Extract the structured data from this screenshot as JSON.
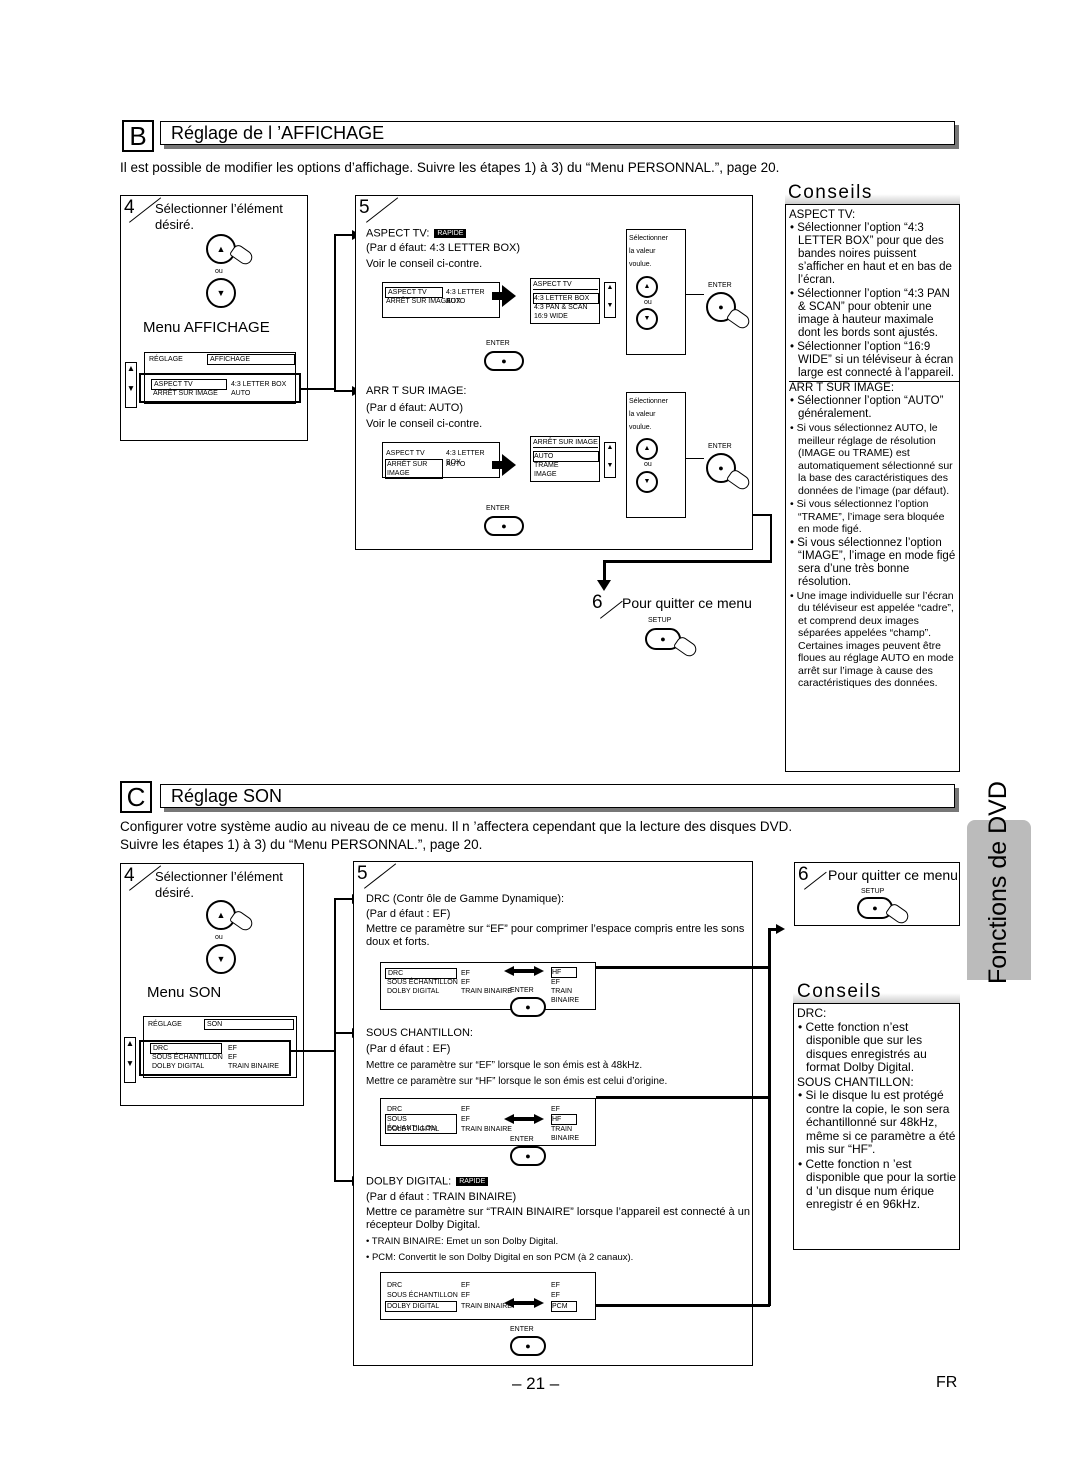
{
  "sectionB": {
    "letter": "B",
    "title": "Réglage de l ’AFFICHAGE",
    "intro": "Il est possible de modifier les options d’affichage. Suivre les étapes 1) à 3) du “Menu PERSONNAL.”, page 20.",
    "step4": {
      "num": "4",
      "text1": "Sélectionner l’élément",
      "text2": "désiré.",
      "ou": "ou",
      "menu": "Menu AFFICHAGE",
      "screen": {
        "tab1": "RÉGLAGE",
        "tab2": "AFFICHAGE",
        "row1a": "ASPECT TV",
        "row1b": "4:3 LETTER BOX",
        "row2a": "ARRÊT SUR IMAGE",
        "row2b": "AUTO"
      }
    },
    "step5": {
      "num": "5",
      "aspect": {
        "title": "ASPECT TV:",
        "rapide": "RAPIDE",
        "default": "(Par d éfaut: 4:3 LETTER BOX)",
        "conseil": "Voir le conseil ci-contre.",
        "s1a": "ASPECT TV",
        "s1b": "4:3 LETTER BOX",
        "s2a": "ARRÊT SUR IMAGE",
        "s2b": "AUTO",
        "o0": "ASPECT TV",
        "o1": "4:3 LETTER BOX",
        "o2": "4:3 PAN & SCAN",
        "o3": "16:9 WIDE",
        "sel1": "Sélectionner",
        "sel2": "la valeur",
        "sel3": "voulue.",
        "ou": "ou",
        "enter": "ENTER",
        "enter2": "ENTER"
      },
      "arret": {
        "title": "ARR   T SUR IMAGE:",
        "default": "(Par d éfaut: AUTO)",
        "conseil": "Voir le conseil ci-contre.",
        "s1a": "ASPECT TV",
        "s1b": "4:3 LETTER BOX",
        "s2a": "ARRÊT SUR IMAGE",
        "s2b": "AUTO",
        "o0": "ARRÊT SUR IMAGE",
        "o1": "AUTO",
        "o2": "TRAME",
        "o3": "IMAGE",
        "sel1": "Sélectionner",
        "sel2": "la valeur",
        "sel3": "voulue.",
        "ou": "ou",
        "enter": "ENTER",
        "enter2": "ENTER"
      }
    },
    "step6": {
      "num": "6",
      "text": "Pour quitter ce menu",
      "setup": "SETUP"
    },
    "conseils": {
      "title": "Conseils",
      "h1": "ASPECT TV:",
      "b1": "Sélectionner l’option “4:3 LETTER BOX” pour que des bandes noires puissent s’afficher en haut et en bas de l’écran.",
      "b2": "Sélectionner l’option “4:3 PAN & SCAN” pour obtenir une image à hauteur maximale dont les bords sont ajustés.",
      "b3": "Sélectionner l’option “16:9 WIDE” si un téléviseur à écran large est connecté à l’appareil.",
      "h2": "ARR   T SUR IMAGE:",
      "b4": "Sélectionner l’option “AUTO” généralement.",
      "b5": "Si vous sélectionnez AUTO, le meilleur réglage de résolution (IMAGE ou TRAME) est automatiquement sélectionné sur la base des caractéristiques des données de l’image (par défaut).",
      "b6": "Si vous sélectionnez l’option “TRAME”, l’image sera bloquée en mode figé.",
      "b7": "Si vous sélectionnez l’option “IMAGE”, l’image en mode figé sera d’une très bonne résolution.",
      "b8": "Une image individuelle sur l’écran du téléviseur est appelée “cadre”, et comprend deux images séparées appelées “champ”. Certaines images peuvent être floues au réglage AUTO en mode arrêt sur l’image à cause des caractéristiques des données."
    }
  },
  "sectionC": {
    "letter": "C",
    "title": "Réglage SON",
    "intro1": "Configurer votre système audio au niveau de ce menu. Il n ’affectera cependant que la lecture des disques DVD.",
    "intro2": "Suivre les étapes 1) à 3) du “Menu PERSONNAL.”, page 20.",
    "step4": {
      "num": "4",
      "text1": "Sélectionner l’élément",
      "text2": "désiré.",
      "ou": "ou",
      "menu": "Menu SON",
      "screen": {
        "tab1": "RÉGLAGE",
        "tab2": "SON",
        "r1a": "DRC",
        "r1b": "EF",
        "r2a": "SOUS ÉCHANTILLON",
        "r2b": "EF",
        "r3a": "DOLBY DIGITAL",
        "r3b": "TRAIN BINAIRE"
      }
    },
    "step5": {
      "num": "5",
      "drc": {
        "title": "DRC (Contr ôle de Gamme Dynamique):",
        "default": "(Par d éfaut : EF)",
        "desc": "Mettre ce paramètre sur “EF” pour comprimer l’espace compris entre les sons doux et forts.",
        "r1a": "DRC",
        "r1b": "EF",
        "r2a": "SOUS ÉCHANTILLON",
        "r2b": "EF",
        "r3a": "DOLBY DIGITAL",
        "r3b": "TRAIN BINAIRE",
        "n1": "HF",
        "n2": "EF",
        "n3": "TRAIN BINAIRE",
        "enter": "ENTER"
      },
      "sous": {
        "title": "SOUS   CHANTILLON:",
        "default": "(Par d éfaut : EF)",
        "desc1": "Mettre ce paramètre sur “EF” lorsque le son émis est à 48kHz.",
        "desc2": "Mettre ce paramètre sur “HF” lorsque le son émis est celui d’origine.",
        "r1a": "DRC",
        "r1b": "EF",
        "r2a": "SOUS ÉCHANTILLON",
        "r2b": "EF",
        "r3a": "DOLBY DIGITAL",
        "r3b": "TRAIN BINAIRE",
        "n1": "EF",
        "n2": "HF",
        "n3": "TRAIN BINAIRE",
        "enter": "ENTER"
      },
      "dolby": {
        "title": "DOLBY DIGITAL:",
        "rapide": "RAPIDE",
        "default": "(Par d éfaut : TRAIN BINAIRE)",
        "desc": "Mettre ce paramètre sur “TRAIN BINAIRE” lorsque l’appareil est connecté à un récepteur Dolby Digital.",
        "b1": "• TRAIN BINAIRE: Emet un son Dolby Digital.",
        "b2": "• PCM: Convertit le son Dolby Digital en son PCM (à 2 canaux).",
        "r1a": "DRC",
        "r1b": "EF",
        "r2a": "SOUS ÉCHANTILLON",
        "r2b": "EF",
        "r3a": "DOLBY DIGITAL",
        "r3b": "TRAIN BINAIRE",
        "n1": "EF",
        "n2": "EF",
        "n3": "PCM",
        "enter": "ENTER"
      }
    },
    "step6": {
      "num": "6",
      "text": "Pour quitter ce menu",
      "setup": "SETUP"
    },
    "conseils": {
      "title": "Conseils",
      "h1": "DRC:",
      "b1": "Cette fonction n’est disponible que sur les disques enregistrés au format Dolby Digital.",
      "h2": "SOUS   CHANTILLON:",
      "b2": "Si le disque lu est protégé contre la copie, le son sera échantillonné sur 48kHz, même si ce paramètre a été mis sur “HF”.",
      "b3": "Cette fonction n ’est disponible que pour la sortie d ’un disque num érique enregistr é en 96kHz."
    }
  },
  "footer": {
    "page": "– 21 –",
    "lang": "FR"
  },
  "sidetab": "Fonctions de DVD"
}
